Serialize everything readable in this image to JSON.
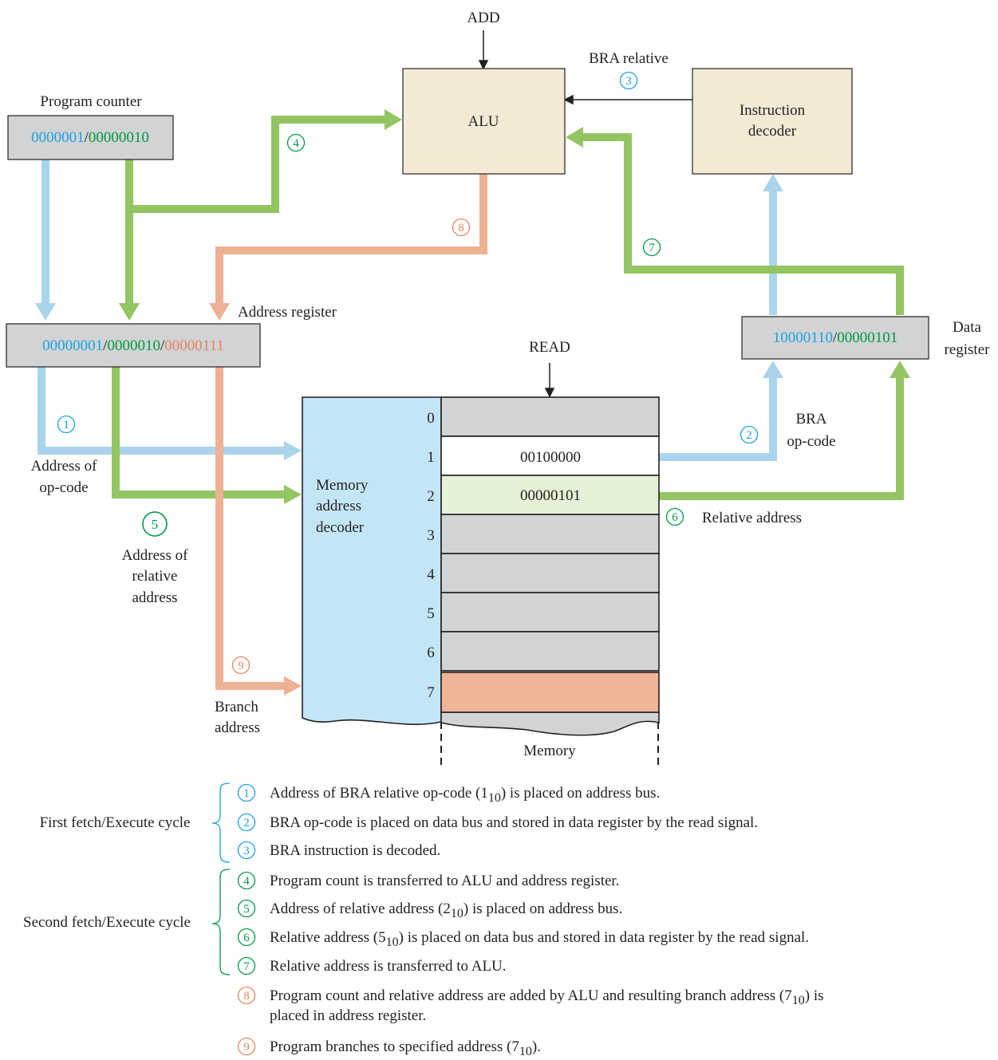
{
  "colors": {
    "blue": "#1ba1e2",
    "green": "#009944",
    "orange": "#e8845c",
    "blue_arrow": "#a9d4ec",
    "green_arrow": "#93c562",
    "orange_arrow": "#edb193",
    "box_tan": "#f3ead6",
    "box_gray": "#d1d3d4",
    "decoder_blue": "#c3e6f7",
    "mem_green": "#e5f0d8",
    "mem_orange": "#eeb696"
  },
  "labels": {
    "add": "ADD",
    "bra_relative": "BRA relative",
    "alu": "ALU",
    "instruction_decoder_line1": "Instruction",
    "instruction_decoder_line2": "decoder",
    "program_counter": "Program counter",
    "address_register": "Address register",
    "read": "READ",
    "data_register_line1": "Data",
    "data_register_line2": "register",
    "bra_opcode_line1": "BRA",
    "bra_opcode_line2": "op-code",
    "address_of_opcode_line1": "Address of",
    "address_of_opcode_line2": "op-code",
    "address_of_relative_line1": "Address of",
    "address_of_relative_line2": "relative",
    "address_of_relative_line3": "address",
    "relative_address": "Relative address",
    "branch_address_line1": "Branch",
    "branch_address_line2": "address",
    "memory_decoder_line1": "Memory",
    "memory_decoder_line2": "address",
    "memory_decoder_line3": "decoder",
    "memory": "Memory"
  },
  "registers": {
    "program_counter": {
      "part1": "0000001",
      "sep": "/",
      "part2": "00000010"
    },
    "address_register": {
      "part1": "00000001",
      "sep1": "/",
      "part2": "0000010",
      "sep2": "/",
      "part3": "00000111"
    },
    "data_register": {
      "part1": "10000110",
      "sep": "/",
      "part2": "00000101"
    }
  },
  "memory": {
    "addresses": [
      "0",
      "1",
      "2",
      "3",
      "4",
      "5",
      "6",
      "7"
    ],
    "contents": [
      "",
      "00100000",
      "00000101",
      "",
      "",
      "",
      "",
      ""
    ]
  },
  "step_markers": [
    "1",
    "2",
    "3",
    "4",
    "5",
    "6",
    "7",
    "8",
    "9"
  ],
  "legend": {
    "first_cycle": "First fetch/Execute cycle",
    "second_cycle": "Second fetch/Execute cycle",
    "steps": [
      {
        "num": "1",
        "text": "Address of BRA relative op-code (1",
        "sub": "10",
        "after": ") is placed on address bus."
      },
      {
        "num": "2",
        "text": "BRA op-code is placed on data bus and stored in data register by the read signal."
      },
      {
        "num": "3",
        "text": "BRA instruction is decoded."
      },
      {
        "num": "4",
        "text": "Program count is transferred to ALU and address register."
      },
      {
        "num": "5",
        "text": "Address of relative address (2",
        "sub": "10",
        "after": ") is placed on address bus."
      },
      {
        "num": "6",
        "text": "Relative address (5",
        "sub": "10",
        "after": ") is placed on data bus and stored in data register by the read signal."
      },
      {
        "num": "7",
        "text": "Relative address is transferred to ALU."
      },
      {
        "num": "8",
        "text": "Program count and relative address are added by ALU and resulting branch address (7",
        "sub": "10",
        "after": ") is",
        "line2": "placed in address register."
      },
      {
        "num": "9",
        "text": "Program branches to specified address (7",
        "sub": "10",
        "after": ")."
      }
    ]
  }
}
